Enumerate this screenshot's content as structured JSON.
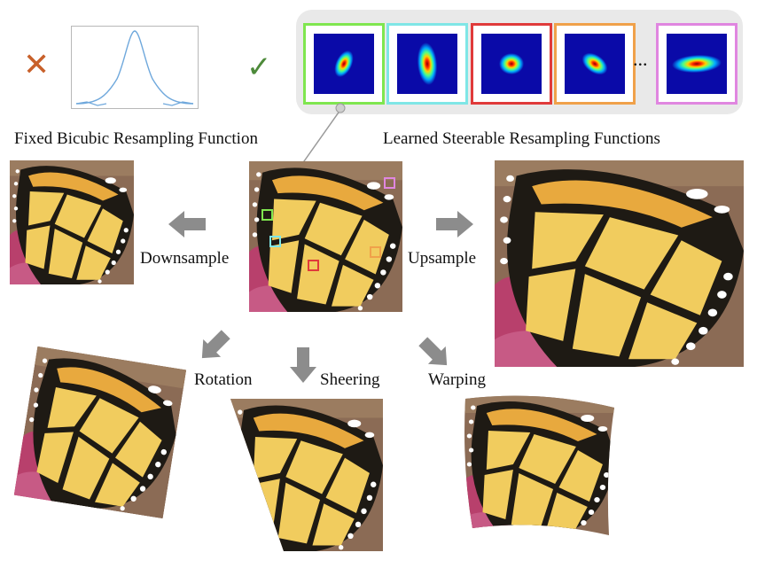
{
  "left_panel": {
    "mark_symbol": "✕",
    "mark_color": "#c8602a",
    "title": "Fixed Bicubic Resampling Function"
  },
  "right_panel": {
    "mark_symbol": "✓",
    "mark_color": "#4d8a3a",
    "title": "Learned Steerable Resampling Functions",
    "ellipsis": "...",
    "kernels": [
      {
        "frame_color": "#7fe64f",
        "shape": "small-tilted-ellipse"
      },
      {
        "frame_color": "#7fe6e6",
        "shape": "tall-ellipse"
      },
      {
        "frame_color": "#e03a3a",
        "shape": "round-blob"
      },
      {
        "frame_color": "#f0a14a",
        "shape": "tilted-ellipse"
      },
      {
        "frame_color": "#e086e0",
        "shape": "wide-ellipse"
      }
    ]
  },
  "operations": {
    "downsample": "Downsample",
    "upsample": "Upsample",
    "rotation": "Rotation",
    "sheering": "Sheering",
    "warping": "Warping"
  },
  "colors": {
    "arrow": "#8c8c8c",
    "panel_bg": "#e9e9e9",
    "curve": "#6fa8dc",
    "wing_orange": "#e8a93e",
    "wing_yellow": "#f1cc5e",
    "vein": "#1e1a14",
    "background_brown": "#8a6a52",
    "flower_pink": "#c24d7a"
  }
}
